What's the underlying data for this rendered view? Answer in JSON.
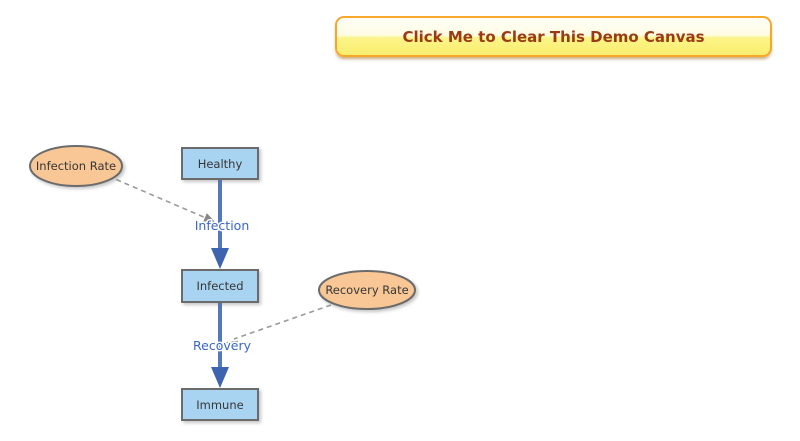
{
  "toolbar": {
    "clear_button_label": "Click Me to Clear This Demo Canvas"
  },
  "diagram": {
    "background": "#ffffff",
    "stocks": [
      {
        "label": "Healthy"
      },
      {
        "label": "Infected"
      },
      {
        "label": "Immune"
      }
    ],
    "variables": [
      {
        "label": "Infection Rate"
      },
      {
        "label": "Recovery Rate"
      }
    ],
    "flows": [
      {
        "label": "Infection",
        "from": "Healthy",
        "to": "Infected"
      },
      {
        "label": "Recovery",
        "from": "Infected",
        "to": "Immune"
      }
    ],
    "influences": [
      {
        "from": "Infection Rate",
        "to": "Infection"
      },
      {
        "from": "Recovery Rate",
        "to": "Recovery"
      }
    ],
    "colors": {
      "stock_fill": "#a9d4f1",
      "variable_fill": "#f8c795",
      "node_stroke": "#6b6b6b",
      "flow_line": "#5577c2",
      "flow_label": "#3a66c5",
      "influence_line": "#9a9a9a",
      "button_border": "#f6a82b",
      "button_text": "#9a3b16"
    }
  }
}
